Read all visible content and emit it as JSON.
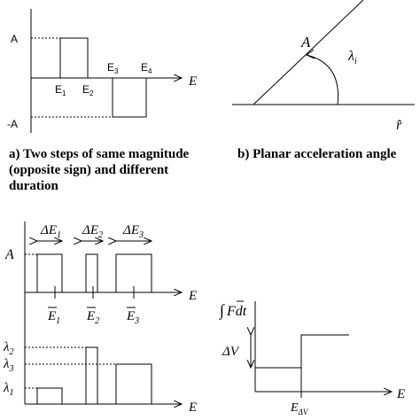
{
  "panel_a": {
    "y_pos": "A",
    "y_neg": "-A",
    "axis": "E",
    "e1": "E",
    "e1_sub": "1",
    "e2": "E",
    "e2_sub": "2",
    "e3": "E",
    "e3_sub": "3",
    "e4": "E",
    "e4_sub": "4",
    "caption_line1": "a) Two steps of same magnitude",
    "caption_line2": "(opposite sign) and different",
    "caption_line3": "duration"
  },
  "panel_b": {
    "vector": "A",
    "angle": "λ",
    "angle_sub": "i",
    "axis": "r̂",
    "caption": "b) Planar acceleration angle"
  },
  "panel_c": {
    "y_label": "A",
    "axis_top": "E",
    "axis_bottom": "E",
    "delta": "Δ",
    "dE": "E",
    "dE1_sub": "1",
    "dE2_sub": "2",
    "dE3_sub": "3",
    "mean_sub1": "1",
    "mean_sub2": "2",
    "mean_sub3": "3",
    "lambda": "λ",
    "lam1_sub": "1",
    "lam2_sub": "2",
    "lam3_sub": "3"
  },
  "panel_d": {
    "integral": "∫",
    "F": "F",
    "dt": "dt",
    "dv_delta": "Δ",
    "dv_V": "V",
    "axis": "E",
    "e_dv": "E",
    "e_dv_sub": "ΔV"
  }
}
